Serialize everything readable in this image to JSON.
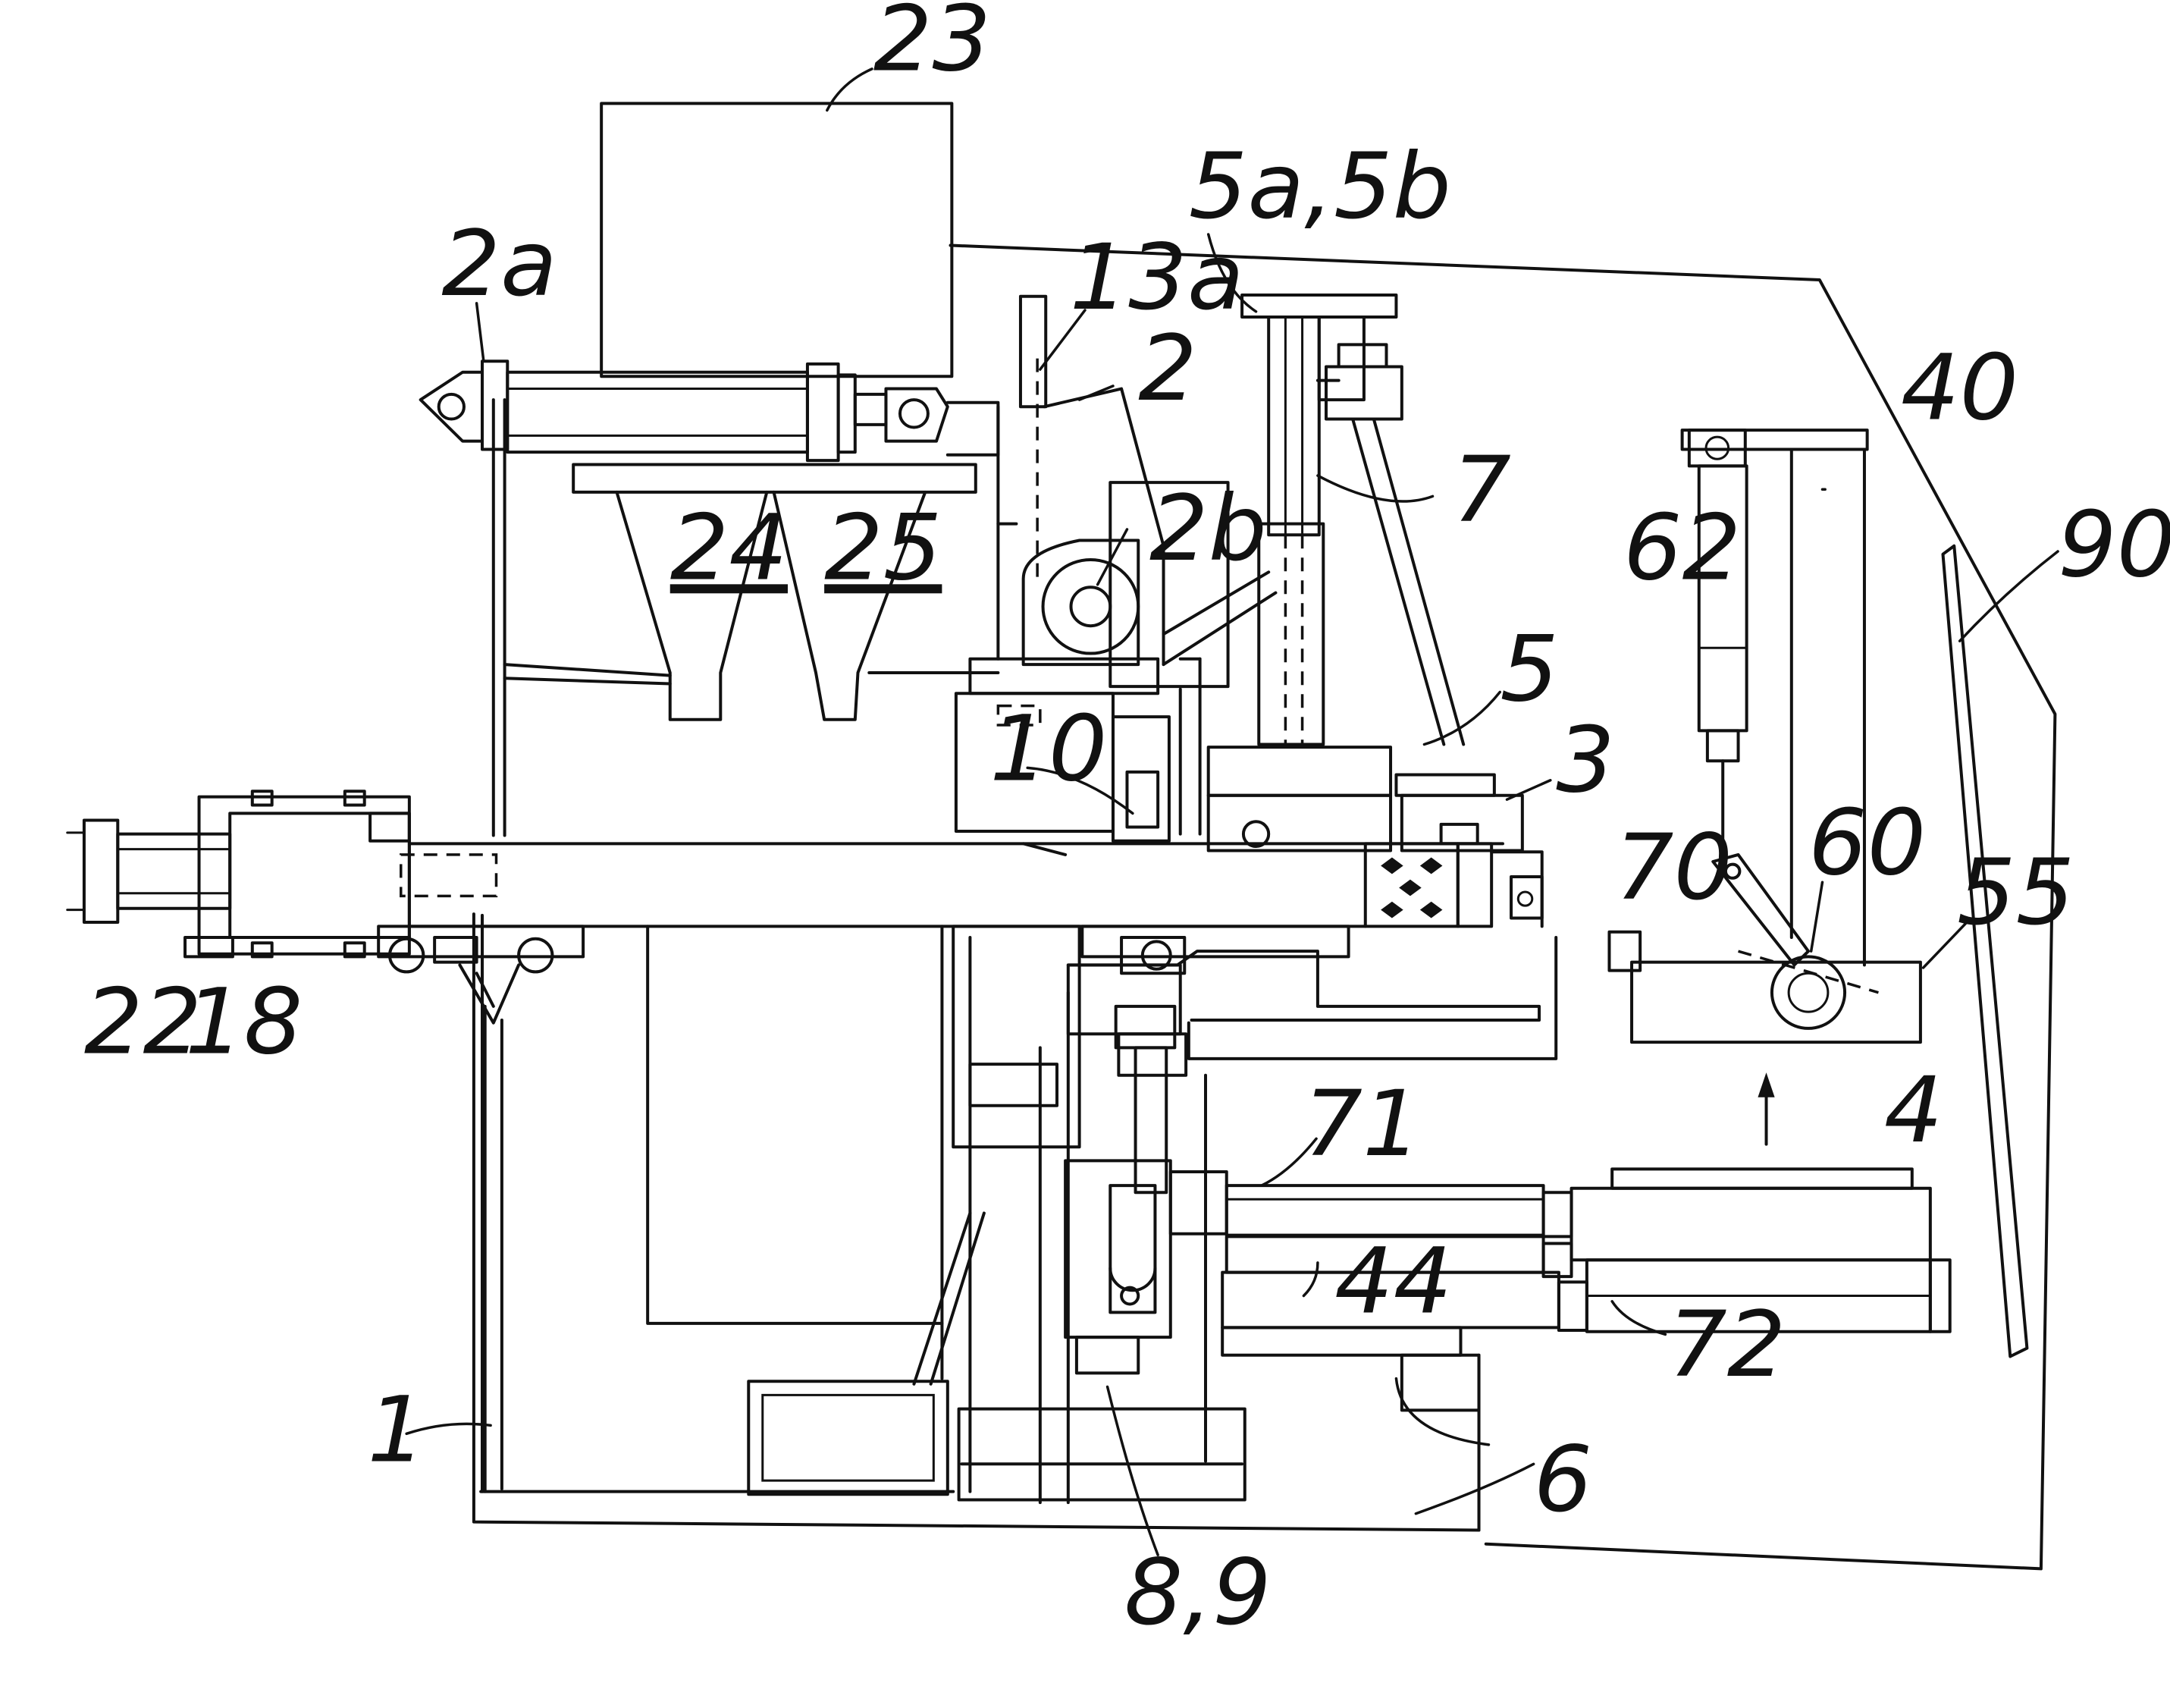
{
  "figure": {
    "labels": {
      "l23": "23",
      "l5a5b": "5a,5b",
      "l2a": "2a",
      "l13a": "13a",
      "l2": "2",
      "l7": "7",
      "l40": "40",
      "l62": "62",
      "l90": "90",
      "l24": "24",
      "l25": "25",
      "l2b": "2b",
      "l5": "5",
      "l3": "3",
      "l10": "10",
      "l70": "70",
      "l60": "60",
      "l55": "55",
      "l22": "22",
      "l18": "18",
      "l71": "71",
      "l4": "4",
      "l44": "44",
      "l72": "72",
      "l1": "1",
      "l6": "6",
      "l89": "8,9"
    }
  }
}
